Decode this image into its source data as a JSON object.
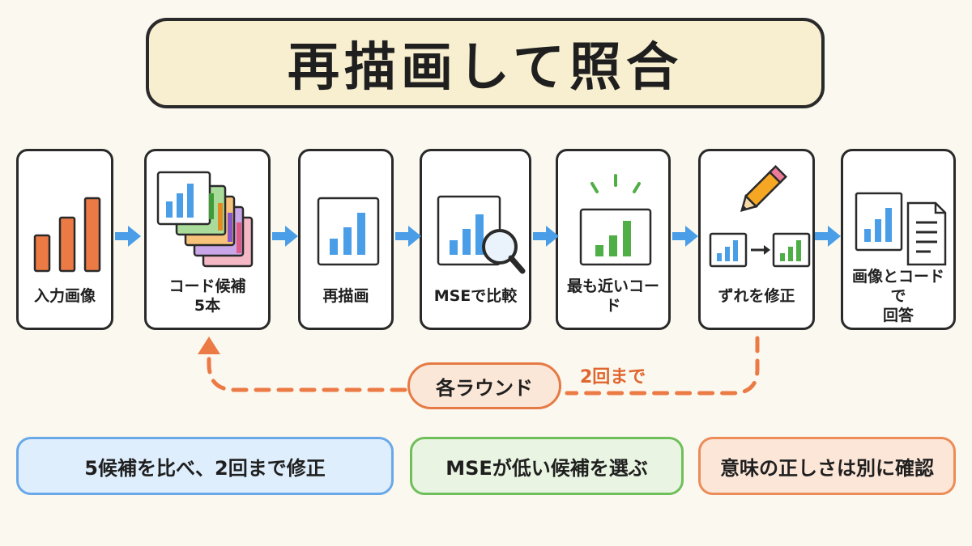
{
  "title": "再描画して照合",
  "steps": [
    {
      "label": "入力画像"
    },
    {
      "label": "コード候補\n5本"
    },
    {
      "label": "再描画"
    },
    {
      "label": "MSEで比較"
    },
    {
      "label": "最も近いコード"
    },
    {
      "label": "ずれを修正"
    },
    {
      "label": "画像とコードで\n回答"
    }
  ],
  "loop": {
    "label": "各ラウンド",
    "note": "2回まで"
  },
  "notes": [
    {
      "text": "5候補を比べ、2回まで修正"
    },
    {
      "text": "MSEが低い候補を選ぶ"
    },
    {
      "text": "意味の正しさは別に確認"
    }
  ],
  "colors": {
    "orange": "#ec7a45",
    "blue": "#4a9ee8",
    "green": "#4fae45",
    "title_bg": "#f7efcf"
  },
  "icons": [
    "bar-chart-icon",
    "stacked-cards-icon",
    "redraw-chart-icon",
    "magnifier-icon",
    "highlighted-chart-icon",
    "pencil-icon",
    "document-icon",
    "arrow-right-icon"
  ]
}
